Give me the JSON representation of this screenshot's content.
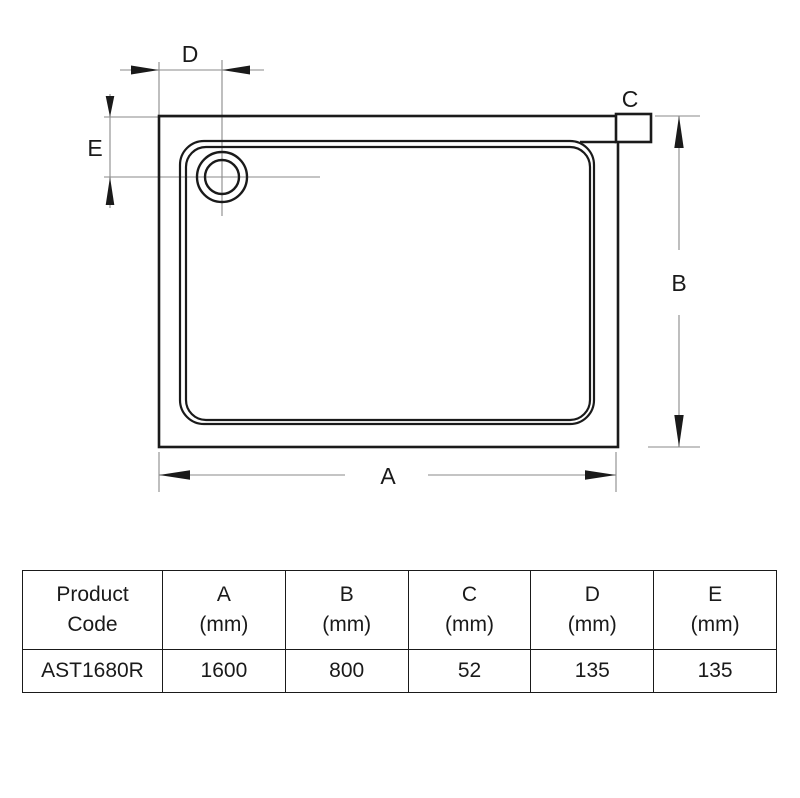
{
  "drawing": {
    "view_name": "shower-tray-plan-view",
    "dimension_labels": {
      "A": "A",
      "B": "B",
      "C": "C",
      "D": "D",
      "E": "E"
    },
    "line_color": "#1a1a1a",
    "thin_line_color": "#8a8a8a",
    "background": "#ffffff"
  },
  "table": {
    "headers": [
      {
        "line1": "Product",
        "line2": "Code"
      },
      {
        "line1": "A",
        "line2": "(mm)"
      },
      {
        "line1": "B",
        "line2": "(mm)"
      },
      {
        "line1": "C",
        "line2": "(mm)"
      },
      {
        "line1": "D",
        "line2": "(mm)"
      },
      {
        "line1": "E",
        "line2": "(mm)"
      }
    ],
    "rows": [
      {
        "product_code": "AST1680R",
        "A": "1600",
        "B": "800",
        "C": "52",
        "D": "135",
        "E": "135"
      }
    ]
  }
}
